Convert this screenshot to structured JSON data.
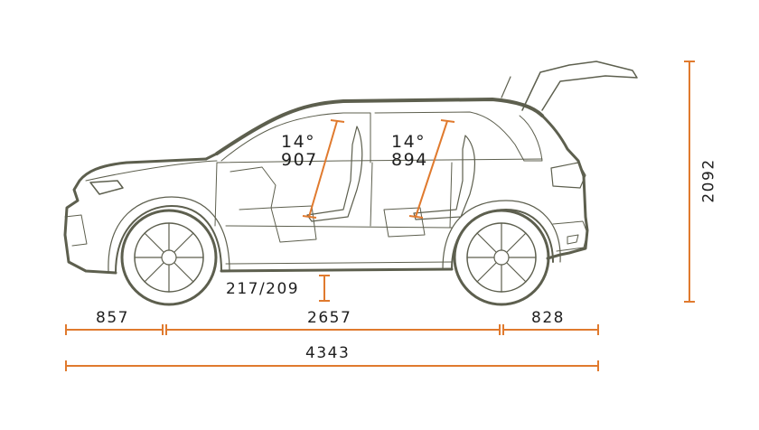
{
  "diagram": {
    "subject": "SUV side-profile dimensions diagram",
    "colors": {
      "outline": "#5d5f4e",
      "outline_light": "#8a8c7c",
      "dimension_line": "#e07a2e",
      "text": "#1f1f1f",
      "background": "#ffffff"
    },
    "labels": {
      "front_headroom_angle": "14°",
      "front_headroom": "907",
      "rear_headroom_angle": "14°",
      "rear_headroom": "894",
      "ground_clearance": "217/209",
      "front_overhang": "857",
      "wheelbase": "2657",
      "rear_overhang": "828",
      "overall_length": "4343",
      "height_open_tailgate": "2092"
    }
  }
}
